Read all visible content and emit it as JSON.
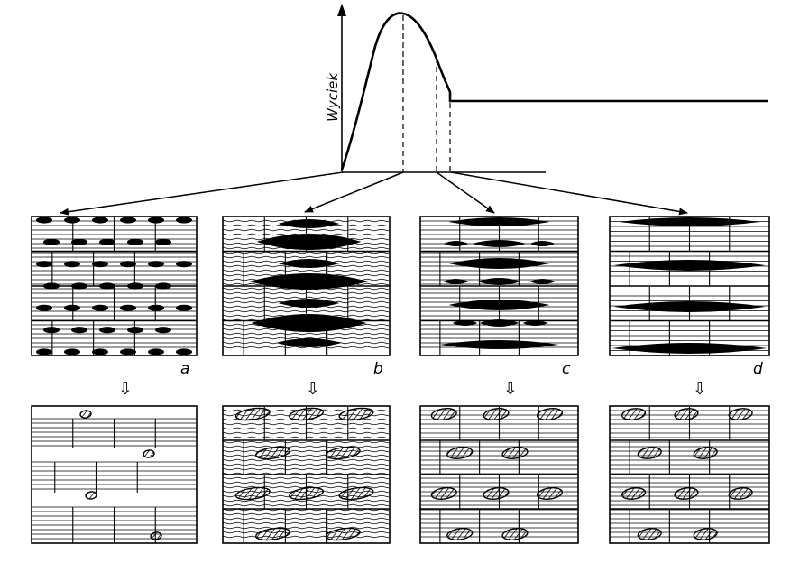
{
  "graph": {
    "ylabel": "Wyciek"
  },
  "panels": [
    {
      "label": "a"
    },
    {
      "label": "b"
    },
    {
      "label": "c"
    },
    {
      "label": "d"
    }
  ],
  "transition_arrow_glyph": "⇩",
  "colors": {
    "ink": "#000000",
    "paper": "#ffffff"
  }
}
